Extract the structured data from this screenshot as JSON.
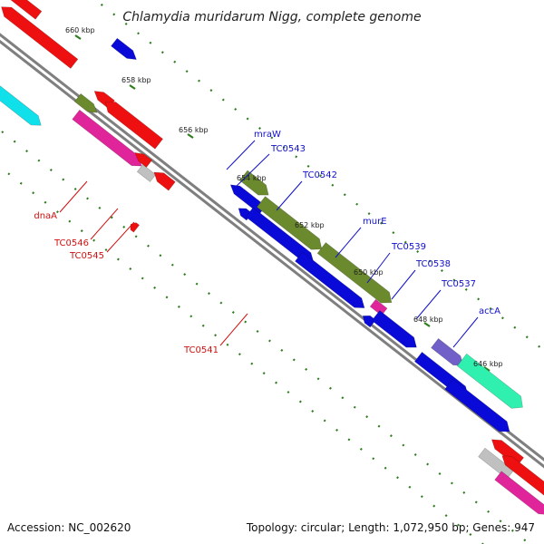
{
  "title": "Chlamydia muridarum Nigg, complete genome",
  "footer": {
    "accession": "Accession: NC_002620",
    "summary": "Topology: circular; Length: 1,072,950 bp; Genes: 947"
  },
  "colors": {
    "backbone": "#7f7f7f",
    "tick": "#2e7d1e",
    "forward_label": "#1010c8",
    "reverse_label": "#d01010",
    "cds_blue": "#0a0ad8",
    "cds_red": "#ee1010",
    "cds_olive": "#6b8a2e",
    "cds_magenta": "#e0259a",
    "cds_cyan": "#10e0ea",
    "cds_gray": "#c0c0c0",
    "cds_violet": "#7060c8",
    "cds_aqua": "#30f0b0"
  },
  "ruler": {
    "kbp_labels": [
      "660 kbp",
      "658 kbp",
      "656 kbp",
      "654 kbp",
      "652 kbp",
      "650 kbp",
      "648 kbp",
      "646 kbp"
    ]
  },
  "genes": {
    "forward": [
      "mraW",
      "TC0543",
      "TC0542",
      "murE",
      "TC0539",
      "TC0538",
      "TC0537",
      "accA"
    ],
    "reverse": [
      "dnaA",
      "TC0546",
      "TC0545",
      "TC0541"
    ]
  }
}
